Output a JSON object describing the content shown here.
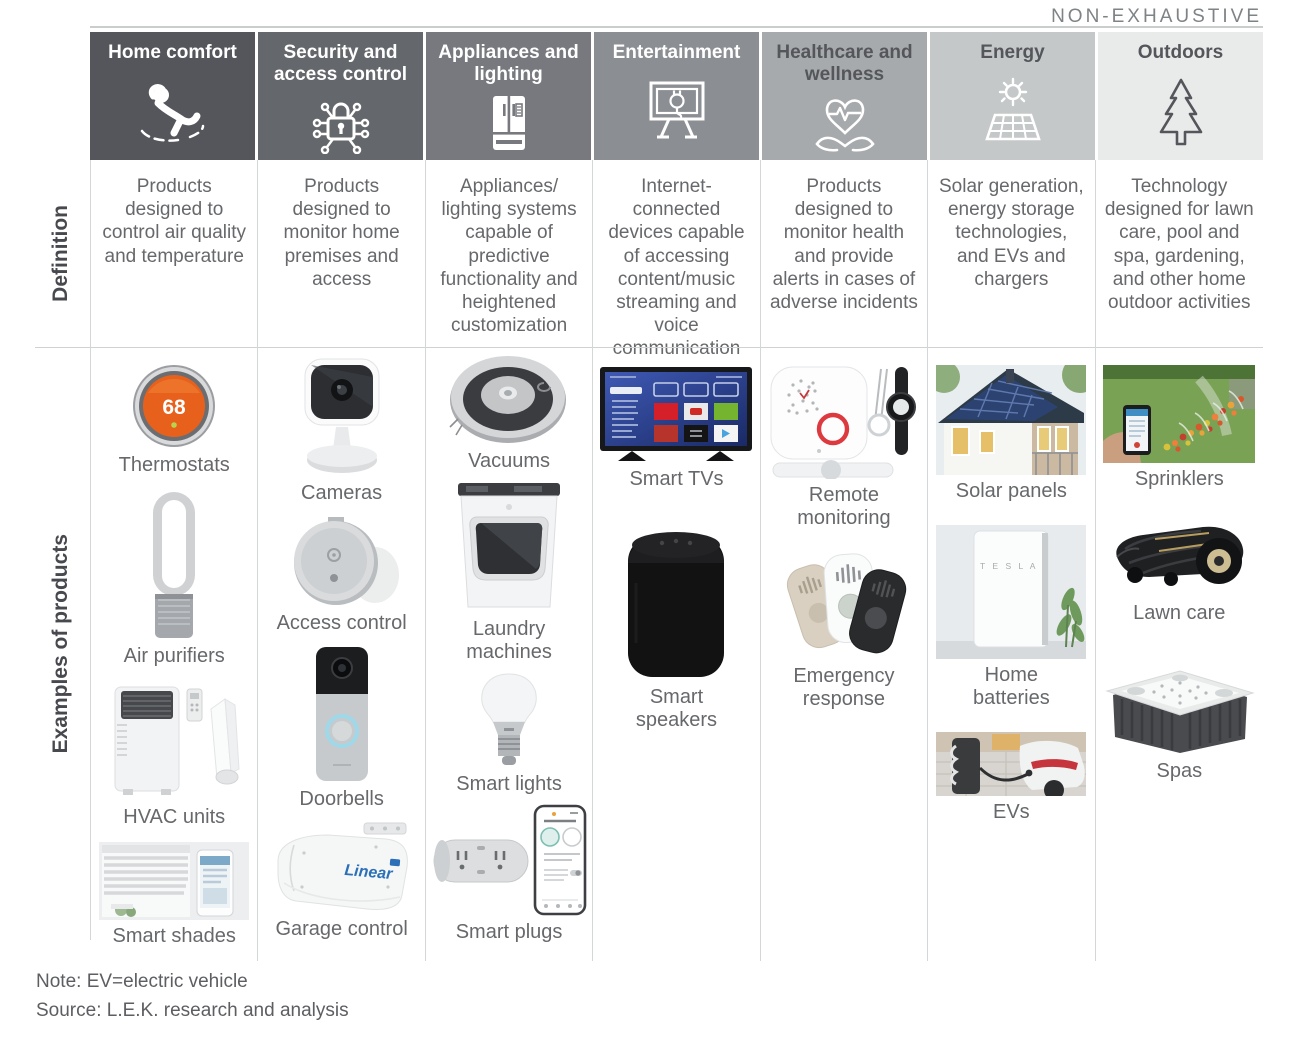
{
  "badge": {
    "non_exhaustive": "NON-EXHAUSTIVE"
  },
  "row_labels": {
    "definition": "Definition",
    "examples": "Examples of products"
  },
  "columns": [
    {
      "title": "Home comfort",
      "header_bg": "#54565B",
      "header_text": "#FFFFFF",
      "icon": "relaxing-person-icon",
      "definition": "Products designed to control air quality and temperature",
      "products": [
        {
          "label": "Thermostats",
          "image": "thermostat",
          "display_temp": "68"
        },
        {
          "label": "Air purifiers",
          "image": "air-purifier"
        },
        {
          "label": "HVAC units",
          "image": "hvac-unit"
        },
        {
          "label": "Smart shades",
          "image": "smart-shades"
        }
      ]
    },
    {
      "title": "Security and access control",
      "header_bg": "#64676B",
      "header_text": "#FFFFFF",
      "icon": "circuit-lock-icon",
      "definition": "Products designed to monitor home premises and access",
      "products": [
        {
          "label": "Cameras",
          "image": "security-camera"
        },
        {
          "label": "Access control",
          "image": "smart-lock"
        },
        {
          "label": "Doorbells",
          "image": "video-doorbell"
        },
        {
          "label": "Garage control",
          "image": "garage-opener",
          "brand_text": "Linear"
        }
      ]
    },
    {
      "title": "Appliances and lighting",
      "header_bg": "#77797E",
      "header_text": "#FFFFFF",
      "icon": "refrigerator-icon",
      "definition": "Appliances/ lighting systems capable of predictive functionality and heightened customization",
      "products": [
        {
          "label": "Vacuums",
          "image": "robot-vacuum"
        },
        {
          "label": "Laundry machines",
          "image": "laundry-machine"
        },
        {
          "label": "Smart lights",
          "image": "smart-bulb"
        },
        {
          "label": "Smart plugs",
          "image": "smart-plug"
        }
      ]
    },
    {
      "title": "Entertainment",
      "header_bg": "#8B8E92",
      "header_text": "#FFFFFF",
      "icon": "tv-plug-icon",
      "definition": "Internet-connected devices capable of accessing content/music streaming and voice communication",
      "products": [
        {
          "label": "Smart TVs",
          "image": "smart-tv"
        },
        {
          "label": "Smart speakers",
          "image": "smart-speaker"
        }
      ]
    },
    {
      "title": "Healthcare and wellness",
      "header_bg": "#A7AAAC",
      "header_text": "#54565B",
      "icon": "heart-hands-icon",
      "definition": "Products designed to monitor health and provide alerts in cases of adverse incidents",
      "products": [
        {
          "label": "Remote monitoring",
          "image": "monitoring-hub"
        },
        {
          "label": "Emergency response",
          "image": "emergency-pendants"
        }
      ]
    },
    {
      "title": "Energy",
      "header_bg": "#C5C8C8",
      "header_text": "#54565B",
      "icon": "sun-solar-panel-icon",
      "definition": "Solar generation, energy storage technologies, and EVs and chargers",
      "products": [
        {
          "label": "Solar panels",
          "image": "solar-roof"
        },
        {
          "label": "Home batteries",
          "image": "home-battery",
          "brand_text": "T E S L A"
        },
        {
          "label": "EVs",
          "image": "ev-charging"
        }
      ]
    },
    {
      "title": "Outdoors",
      "header_bg": "#E9EBEA",
      "header_text": "#54565B",
      "icon": "pine-tree-icon",
      "definition": "Technology designed for lawn care, pool and spa, gardening, and other home outdoor activities",
      "products": [
        {
          "label": "Sprinklers",
          "image": "smart-sprinkler"
        },
        {
          "label": "Lawn care",
          "image": "robot-mower"
        },
        {
          "label": "Spas",
          "image": "hot-tub"
        }
      ]
    }
  ],
  "notes": {
    "note": "Note: EV=electric vehicle",
    "source": "Source:  L.E.K. research and analysis"
  }
}
